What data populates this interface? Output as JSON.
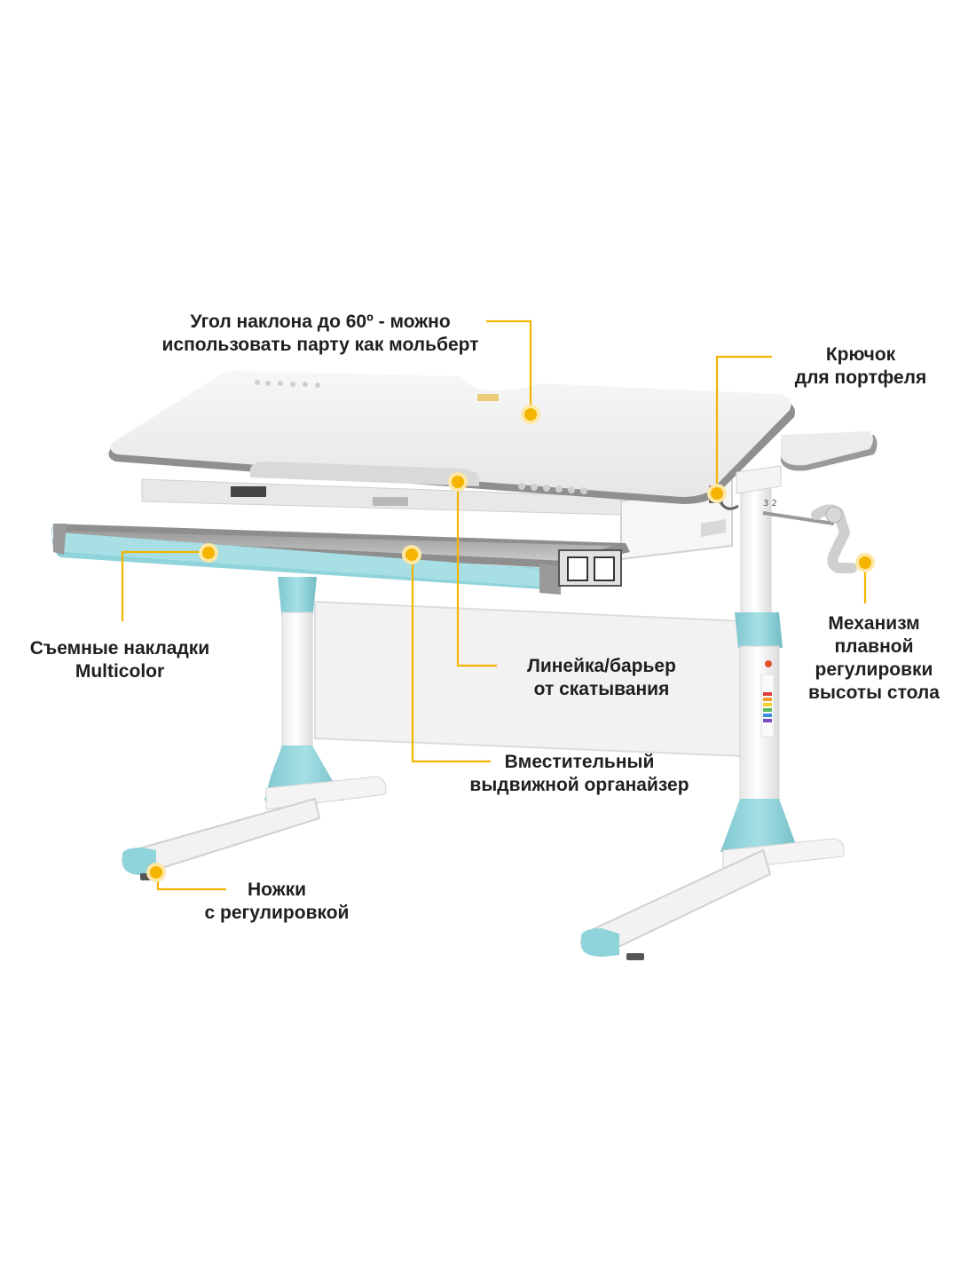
{
  "accent_color": "#f4b400",
  "product_colors": {
    "top": "#e9e9e9",
    "trim": "#8fd3db",
    "frame": "#f4f4f4"
  },
  "icons": [
    "callout-dot-icon",
    "crank-handle-icon",
    "drawer-icon"
  ],
  "callouts": {
    "tilt": {
      "line1": "Угол наклона до 60º - можно",
      "line2": "использовать парту как мольберт"
    },
    "hook": {
      "line1": "Крючок",
      "line2": "для портфеля"
    },
    "overlays": {
      "line1": "Съемные накладки",
      "line2": "Multicolor"
    },
    "ruler": {
      "line1": "Линейка/барьер",
      "line2": "от скатывания"
    },
    "mechanism": {
      "line1": "Механизм",
      "line2": "плавной",
      "line3": "регулировки",
      "line4": "высоты стола"
    },
    "organizer": {
      "line1": "Вместительный",
      "line2": "выдвижной органайзер"
    },
    "feet": {
      "line1": "Ножки",
      "line2": "с регулировкой"
    }
  }
}
